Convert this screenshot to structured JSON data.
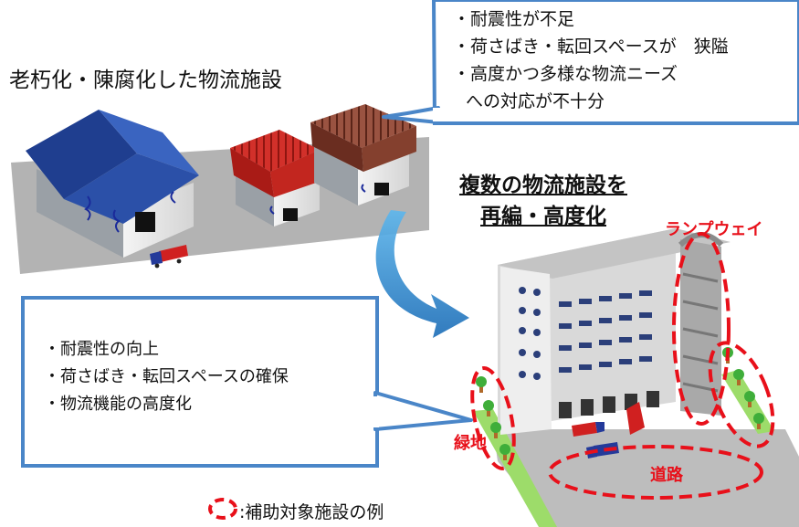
{
  "title_top": "老朽化・陳腐化した物流施設",
  "callout_top": {
    "lines": [
      "・耐震性が不足",
      "・荷さばき・転回スペースが　狭隘",
      "・高度かつ多様な物流ニーズ",
      "への対応が不十分"
    ]
  },
  "heading": {
    "line1": "複数の物流施設を",
    "line2": "再編・高度化"
  },
  "callout_bottom": {
    "lines": [
      "・耐震性の向上",
      "・荷さばき・転回スペースの確保",
      "・物流機能の高度化"
    ]
  },
  "labels": {
    "ramp": "ランプウェイ",
    "green": "緑地",
    "road": "道路"
  },
  "legend": ":補助対象施設の例",
  "colors": {
    "callout_border": "#4a86c8",
    "highlight_red": "#e8101a",
    "roof_blue": "#1f3e8f",
    "roof_red": "#b8201e",
    "roof_brown": "#7a3a2a",
    "greenery": "#9ddc6a",
    "arrow_blue": "#2f86c8"
  }
}
